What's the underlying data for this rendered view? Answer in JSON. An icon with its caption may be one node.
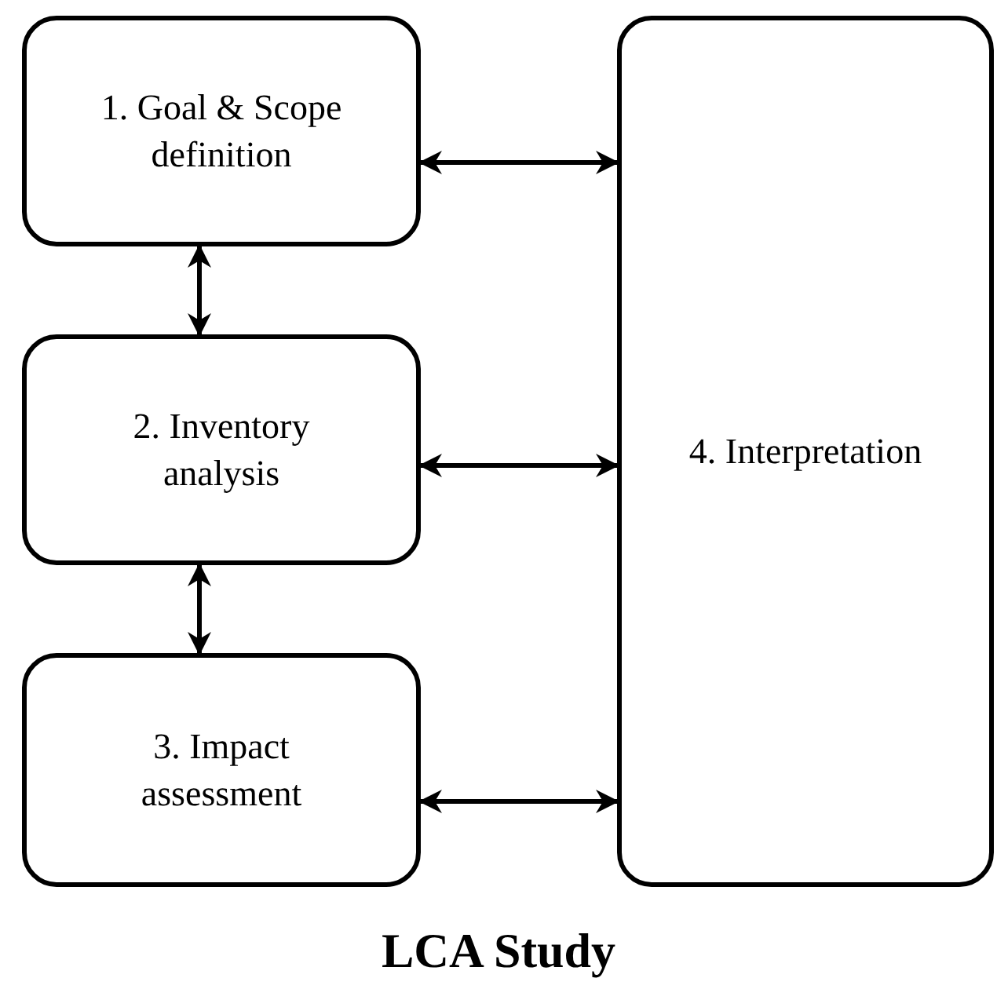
{
  "diagram": {
    "title": "LCA Study",
    "nodes": [
      {
        "text": [
          "1. Goal & Scope definition"
        ]
      },
      {
        "text": [
          "2. Inventory analysis"
        ]
      },
      {
        "text": [
          "3. Impact assessment"
        ]
      },
      {
        "text": [
          "4. Interpretation"
        ]
      }
    ],
    "edges": [
      {
        "from": 0,
        "to": 3,
        "arrow": "both"
      },
      {
        "from": 0,
        "to": 1,
        "arrow": "both"
      },
      {
        "from": 1,
        "to": 3,
        "arrow": "both"
      },
      {
        "from": 1,
        "to": 2,
        "arrow": "both"
      },
      {
        "from": 2,
        "to": 3,
        "arrow": "both"
      }
    ]
  }
}
